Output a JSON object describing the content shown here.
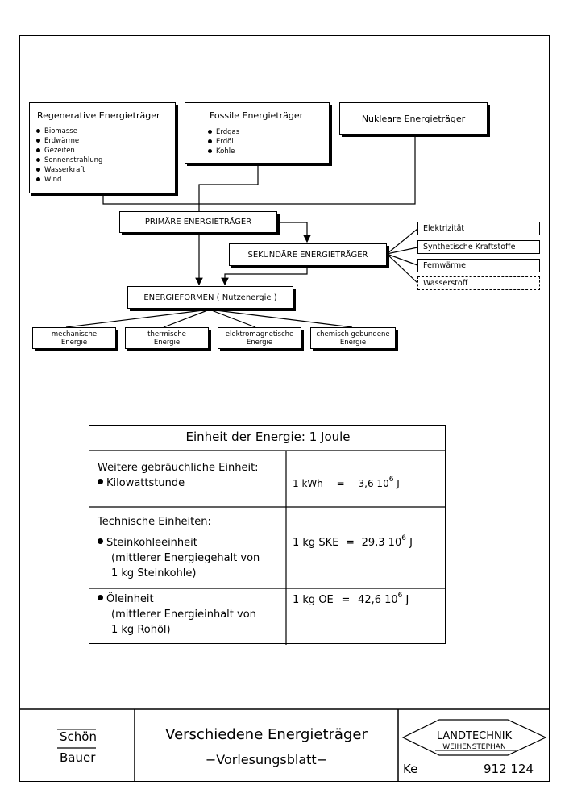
{
  "boxes": {
    "regenerative": {
      "title": "Regenerative Energieträger",
      "items": [
        "Biomasse",
        "Erdwärme",
        "Gezeiten",
        "Sonnenstrahlung",
        "Wasserkraft",
        "Wind"
      ]
    },
    "fossile": {
      "title": "Fossile Energieträger",
      "items": [
        "Erdgas",
        "Erdöl",
        "Kohle"
      ]
    },
    "nukleare": {
      "title": "Nukleare Energieträger"
    },
    "primaere": "PRIMÄRE ENERGIETRÄGER",
    "sekundaere": "SEKUNDÄRE ENERGIETRÄGER",
    "energieformen": "ENERGIEFORMEN ( Nutzenergie )"
  },
  "secondary_outputs": [
    "Elektrizität",
    "Synthetische Kraftstoffe",
    "Fernwärme",
    "Wasserstoff"
  ],
  "energy_forms": [
    {
      "line1": "mechanische",
      "line2": "Energie"
    },
    {
      "line1": "thermische",
      "line2": "Energie"
    },
    {
      "line1": "elektromagnetische",
      "line2": "Energie"
    },
    {
      "line1": "chemisch gebundene",
      "line2": "Energie"
    }
  ],
  "table": {
    "header": "Einheit der Energie: 1 Joule",
    "row1": {
      "label": "Weitere gebräuchliche Einheit:",
      "item": "Kilowattstunde",
      "unit": "1 kWh",
      "eq": "=",
      "mantissa": "3,6 10",
      "exp": "6",
      "j": "J"
    },
    "row2": {
      "label": "Technische Einheiten:",
      "item": "Steinkohleeinheit",
      "note1": "(mittlerer Energiegehalt von",
      "note2": "1 kg Steinkohle)",
      "unit": "1 kg SKE",
      "eq": "=",
      "mantissa": "29,3 10",
      "exp": "6",
      "j": "J"
    },
    "row3": {
      "item": "Öleinheit",
      "note1": "(mittlerer Energieinhalt von",
      "note2": "1 kg Rohöl)",
      "unit": "1 kg OE",
      "eq": "=",
      "mantissa": "42,6 10",
      "exp": "6",
      "j": "J"
    }
  },
  "footer": {
    "author1": "Schön",
    "author2": "Bauer",
    "title": "Verschiedene Energieträger",
    "subtitle": "−Vorlesungsblatt−",
    "logo1": "LANDTECHNIK",
    "logo2": "WEIHENSTEPHAN",
    "code_prefix": "Ke",
    "code": "912 124"
  }
}
